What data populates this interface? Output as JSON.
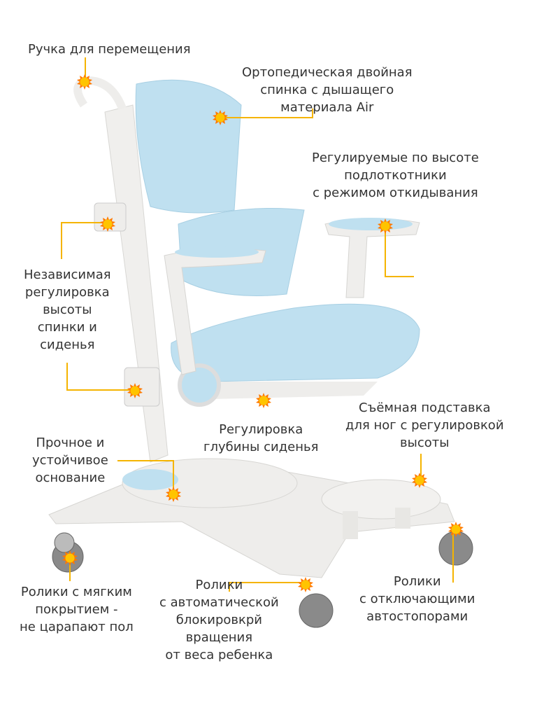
{
  "colors": {
    "accent": "#f5b400",
    "text": "#333333",
    "mesh": "#bfe0f0",
    "frame": "#ececea"
  },
  "marker_icon": "sun-icon",
  "labels": {
    "handle": [
      "Ручка для перемещения"
    ],
    "backrest": [
      "Ортопедическая двойная",
      "спинка с дышащего",
      "материала Air"
    ],
    "armrests": [
      "Регулируемые по высоте",
      "подлоткотники",
      "с режимом откидывания"
    ],
    "height_adjust": [
      "Независимая",
      "регулировка",
      "высоты",
      "спинки и",
      "сиденья"
    ],
    "seat_depth": [
      "Регулировка",
      "глубины сиденья"
    ],
    "footrest": [
      "Съёмная подставка",
      "для ног с регулировкой",
      "высоты"
    ],
    "base": [
      "Прочное и",
      "устойчивое",
      "основание"
    ],
    "soft_casters": [
      "Ролики с мягким",
      "покрытием -",
      "не царапают пол"
    ],
    "locking_casters": [
      "Ролики",
      "с автоматической",
      "блокировкрй",
      "вращения",
      "от веса ребенка"
    ],
    "stopper_casters": [
      "Ролики",
      "с отключающими",
      "автостопорами"
    ]
  }
}
